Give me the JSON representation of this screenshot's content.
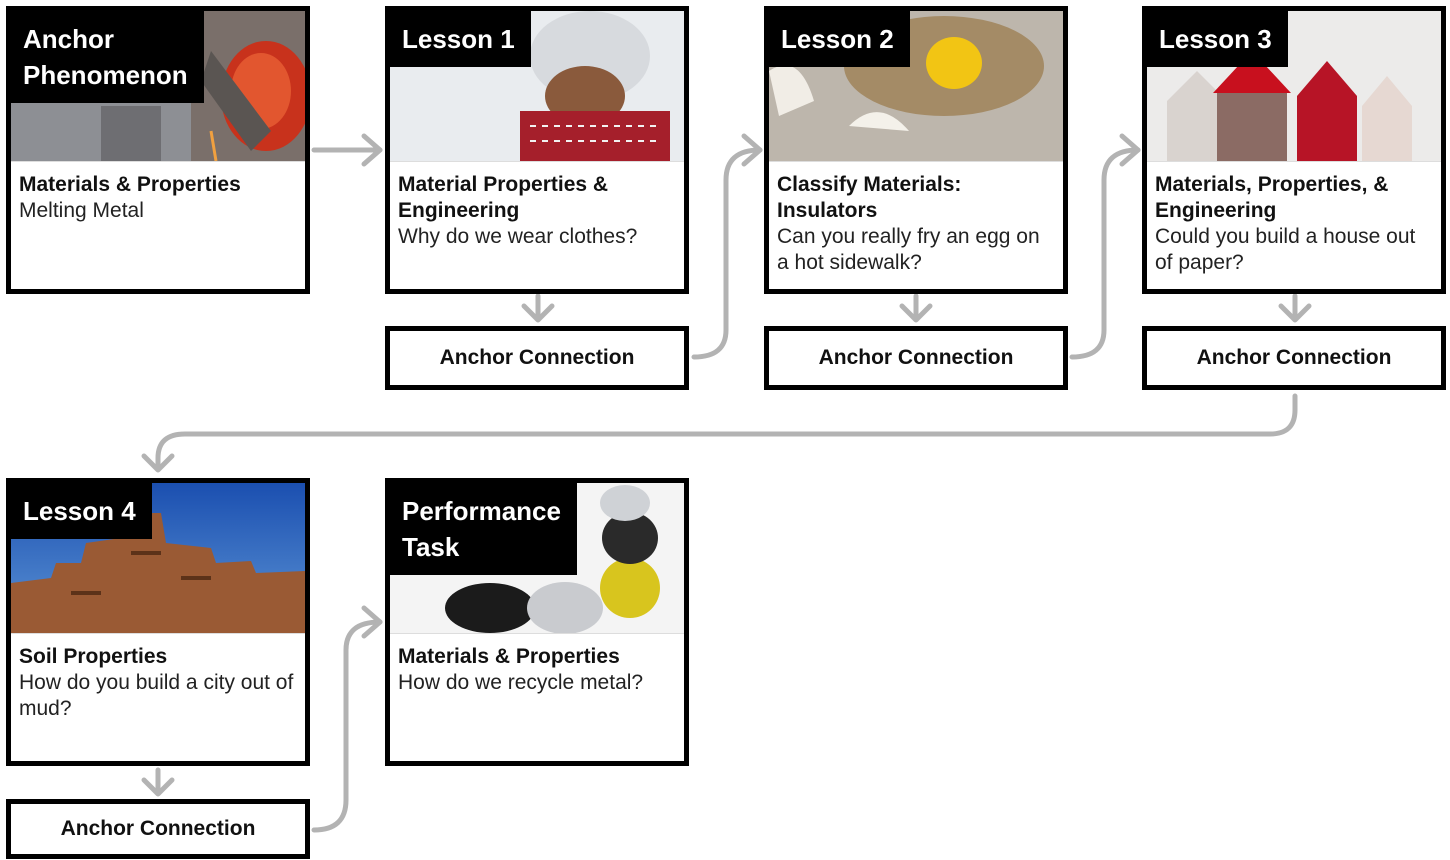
{
  "cards": {
    "anchor": {
      "tag_line1": "Anchor",
      "tag_line2": "Phenomenon",
      "title": "Materials & Properties",
      "question": "Melting Metal"
    },
    "lesson1": {
      "tag": "Lesson 1",
      "title": "Material Properties & Engineering",
      "question": "Why do we wear clothes?"
    },
    "lesson2": {
      "tag": "Lesson 2",
      "title": "Classify Materials: Insulators",
      "question": "Can you really fry an egg on a hot sidewalk?"
    },
    "lesson3": {
      "tag": "Lesson 3",
      "title": "Materials, Properties, & Engineering",
      "question": "Could you build a house out of paper?"
    },
    "lesson4": {
      "tag": "Lesson 4",
      "title": "Soil Properties",
      "question": "How do you build a city out of mud?"
    },
    "task": {
      "tag_line1": "Performance",
      "tag_line2": "Task",
      "title": "Materials & Properties",
      "question": "How do we recycle metal?"
    }
  },
  "connection_label": "Anchor Connection",
  "colors": {
    "border": "#000000",
    "arrow": "#b3b3b3",
    "tag_bg": "#000000",
    "tag_text": "#ffffff"
  }
}
